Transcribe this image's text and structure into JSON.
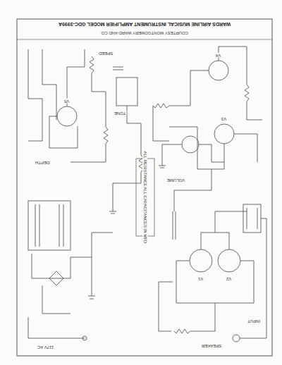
{
  "diagram": {
    "title": "WARDS AIRLINE MUSICAL INSTRUMENT AMPLIFIER MODEL GDC-3999A",
    "labels": [
      "COURTESY MONTGOMERY WARD AND CO.",
      "ALL RESISTANCES IN OHMS",
      "ALL CAPACITANCES IN MFD",
      "INPUT",
      "VOLUME",
      "TONE",
      "SPEED",
      "DEPTH",
      "SPEAKER",
      "117V AC",
      "V1",
      "V2",
      "V3",
      "V4",
      "V5"
    ]
  }
}
